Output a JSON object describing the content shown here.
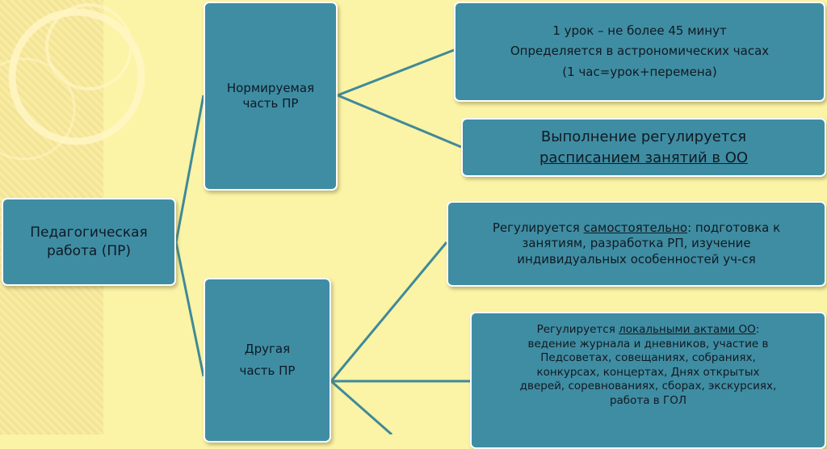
{
  "root": {
    "line1": "Педагогическая",
    "line2": "работа (ПР)"
  },
  "normed": {
    "line1": "Нормируемая",
    "line2": "часть ПР"
  },
  "other": {
    "line1": "Другая",
    "line2": "часть ПР"
  },
  "lesson_box": {
    "line1": "1 урок – не более 45 минут",
    "line2": "Определяется в астрономических часах",
    "line3": "(1 час=урок+перемена)"
  },
  "schedule_box": {
    "line1": "Выполнение регулируется",
    "line2": "расписанием занятий в ОО"
  },
  "self_box": {
    "prefix": "Регулируется ",
    "underlined": "самостоятельно",
    "rest1": ": подготовка к",
    "line2": "занятиям, разработка РП, изучение",
    "line3": "индивидуальных особенностей уч-ся"
  },
  "local_box": {
    "prefix": "Регулируется ",
    "underlined": "локальными актами ОО",
    "rest1": ":",
    "line2": "ведение  журнала и дневников, участие в",
    "line3": "Педсоветах, совещаниях, собраниях,",
    "line4": "конкурсах, концертах, Днях открытых",
    "line5": "дверей, соревнованиях, сборах, экскурсиях,",
    "line6": "работа в ГОЛ"
  },
  "colors": {
    "box": "#3f8da3",
    "line": "#3f8a98",
    "background": "#fbf3a6"
  }
}
